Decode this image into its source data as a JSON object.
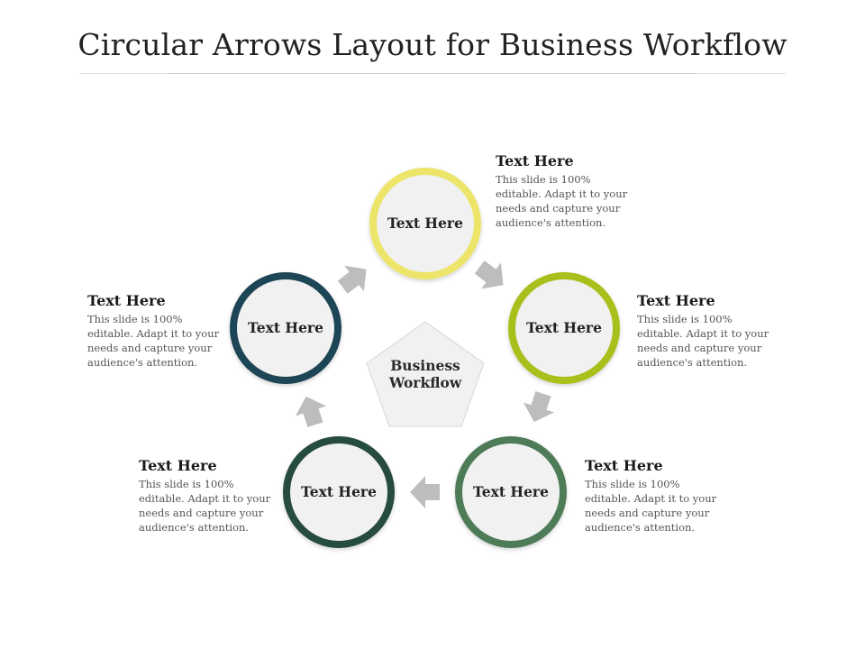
{
  "title": "Circular Arrows Layout for Business Workflow",
  "center": {
    "line1": "Business",
    "line2": "Workflow"
  },
  "nodes": [
    {
      "label": "Text Here",
      "color": "#ECE569"
    },
    {
      "label": "Text Here",
      "color": "#A9BF1C"
    },
    {
      "label": "Text Here",
      "color": "#4F7C58"
    },
    {
      "label": "Text Here",
      "color": "#264B41"
    },
    {
      "label": "Text Here",
      "color": "#1E4556"
    }
  ],
  "callouts": [
    {
      "heading": "Text Here",
      "body": "This slide is 100% editable. Adapt it to your needs and capture your audience's attention."
    },
    {
      "heading": "Text Here",
      "body": "This slide is 100% editable. Adapt it to your needs and capture your audience's attention."
    },
    {
      "heading": "Text Here",
      "body": "This slide is 100% editable. Adapt it to your needs and capture your audience's attention."
    },
    {
      "heading": "Text Here",
      "body": "This slide is 100% editable. Adapt it to your needs and capture your audience's attention."
    },
    {
      "heading": "Text Here",
      "body": "This slide is 100% editable. Adapt it to your needs and capture your audience's attention."
    }
  ],
  "colors": {
    "arrow": "#BDBDBD",
    "node_fill": "#F1F1F1",
    "pentagon_fill": "#F1F1F1",
    "pentagon_stroke": "#D6D6D6"
  }
}
